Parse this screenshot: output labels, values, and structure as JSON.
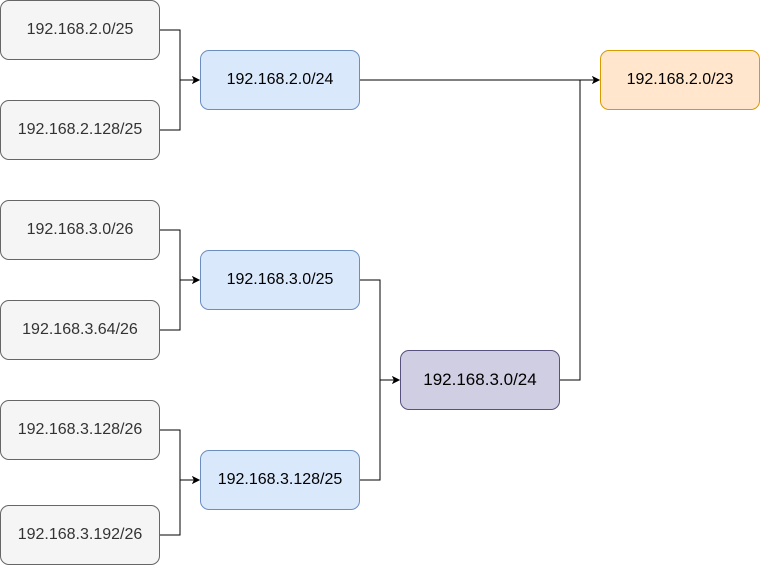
{
  "nodes": {
    "n_2_0_25": "192.168.2.0/25",
    "n_2_128_25": "192.168.2.128/25",
    "n_3_0_26": "192.168.3.0/26",
    "n_3_64_26": "192.168.3.64/26",
    "n_3_128_26": "192.168.3.128/26",
    "n_3_192_26": "192.168.3.192/26",
    "n_2_0_24": "192.168.2.0/24",
    "n_3_0_25": "192.168.3.0/25",
    "n_3_128_25": "192.168.3.128/25",
    "n_3_0_24": "192.168.3.0/24",
    "n_2_0_23": "192.168.2.0/23"
  },
  "edges": [
    {
      "from": "n_2_0_25",
      "to": "n_2_0_24"
    },
    {
      "from": "n_2_128_25",
      "to": "n_2_0_24"
    },
    {
      "from": "n_3_0_26",
      "to": "n_3_0_25"
    },
    {
      "from": "n_3_64_26",
      "to": "n_3_0_25"
    },
    {
      "from": "n_3_128_26",
      "to": "n_3_128_25"
    },
    {
      "from": "n_3_192_26",
      "to": "n_3_128_25"
    },
    {
      "from": "n_3_0_25",
      "to": "n_3_0_24"
    },
    {
      "from": "n_3_128_25",
      "to": "n_3_0_24"
    },
    {
      "from": "n_2_0_24",
      "to": "n_2_0_23"
    },
    {
      "from": "n_3_0_24",
      "to": "n_2_0_23"
    }
  ],
  "colors": {
    "leaf_fill": "#f5f5f5",
    "leaf_stroke": "#666666",
    "blue_fill": "#dae8fc",
    "blue_stroke": "#6c8ebf",
    "purple_fill": "#d0cee2",
    "purple_stroke": "#56517e",
    "orange_fill": "#ffe6cc",
    "orange_stroke": "#d79b00",
    "edge": "#000000"
  }
}
